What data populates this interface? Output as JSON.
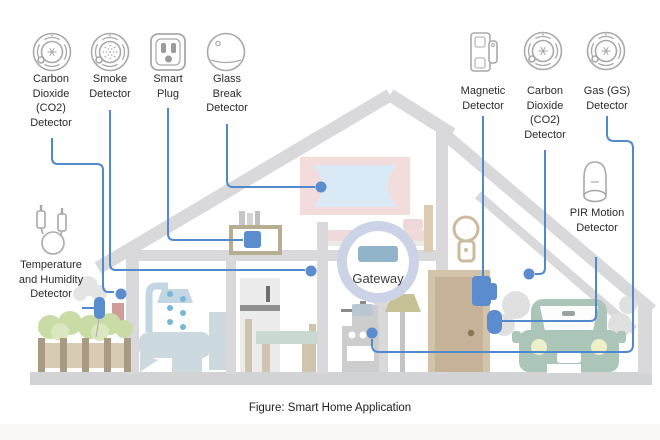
{
  "caption": "Figure: Smart Home Application",
  "gateway": {
    "label": "Gateway"
  },
  "devices": {
    "co2_left": {
      "label": "Carbon Dioxide (CO2) Detector"
    },
    "smoke": {
      "label": "Smoke Detector"
    },
    "smart_plug": {
      "label": "Smart Plug"
    },
    "glass_break": {
      "label": "Glass Break Detector"
    },
    "magnetic": {
      "label": "Magnetic Detector"
    },
    "co2_right": {
      "label": "Carbon Dioxide (CO2) Detector"
    },
    "gas": {
      "label": "Gas (GS) Detector"
    },
    "pir": {
      "label": "PIR Motion Detector"
    },
    "temp_humidity": {
      "label": "Temperature and Humidity Detector"
    }
  },
  "colors": {
    "callout_blue": "#5289cd",
    "sensor_blue": "#5b8ccd",
    "house_gray": "#d9d9db",
    "accent_pink": "#f2dcdc",
    "window_blue": "#d9eaf6",
    "plant_green": "#c9dca6",
    "car_green": "#abc6b8",
    "gateway_ring": "#ccd3e6",
    "gateway_device": "#92b4c9",
    "icon_stroke": "#a9a9a9"
  }
}
